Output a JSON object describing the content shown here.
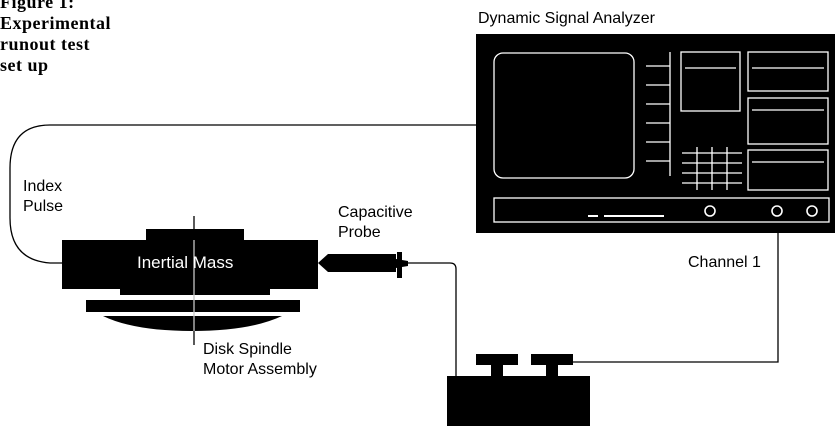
{
  "caption": {
    "lines": [
      "Figure 1:",
      "Experimental",
      "runout test",
      "set up"
    ]
  },
  "labels": {
    "analyzer": "Dynamic Signal Analyzer",
    "index_pulse": [
      "Index",
      "Pulse"
    ],
    "inertial_mass": "Inertial Mass",
    "capacitive_probe": [
      "Capacitive",
      "Probe"
    ],
    "channel": "Channel 1",
    "spindle": [
      "Disk Spindle",
      "Motor Assembly"
    ]
  },
  "colors": {
    "ink": "#000000",
    "paper": "#ffffff"
  }
}
